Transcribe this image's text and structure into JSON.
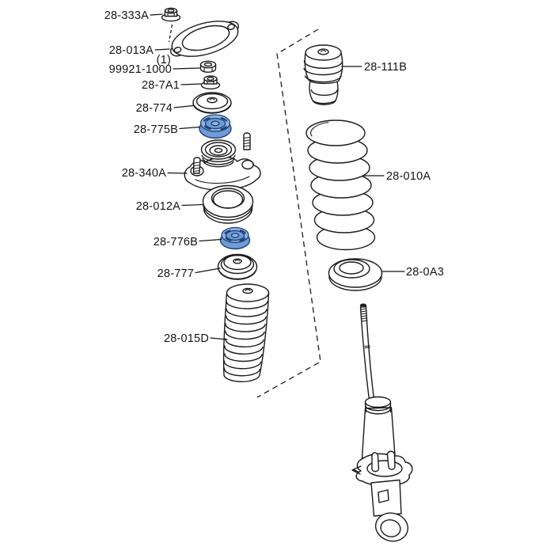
{
  "diagram": {
    "type": "exploded-parts-diagram",
    "subject": "rear shock absorber, coil spring and strut mount assembly",
    "colors": {
      "background": "#ffffff",
      "line": "#1a1a1a",
      "highlight_fill": "#6f9cd4",
      "highlight_light": "#8fb3e2",
      "highlight_line": "#1e3f76"
    },
    "parts": [
      {
        "label": "28-333A",
        "name": "flange-nut-top"
      },
      {
        "label": "28-013A",
        "name": "mounting-plate"
      },
      {
        "label": "99921-1000",
        "qty": "(1)",
        "name": "hex-nut"
      },
      {
        "label": "28-7A1",
        "name": "flange-nut"
      },
      {
        "label": "28-774",
        "name": "mounting-washer"
      },
      {
        "label": "28-775B",
        "name": "rubber-seat-upper",
        "highlighted": true
      },
      {
        "label": "28-340A",
        "name": "strut-mount"
      },
      {
        "label": "28-012A",
        "name": "spring-seat-ring"
      },
      {
        "label": "28-776B",
        "name": "rubber-seat-lower",
        "highlighted": true
      },
      {
        "label": "28-777",
        "name": "stopper-cap"
      },
      {
        "label": "28-015D",
        "name": "dust-boot"
      },
      {
        "label": "28-111B",
        "name": "bump-stopper"
      },
      {
        "label": "28-010A",
        "name": "coil-spring"
      },
      {
        "label": "28-0A3",
        "name": "lower-spring-seat"
      }
    ]
  }
}
